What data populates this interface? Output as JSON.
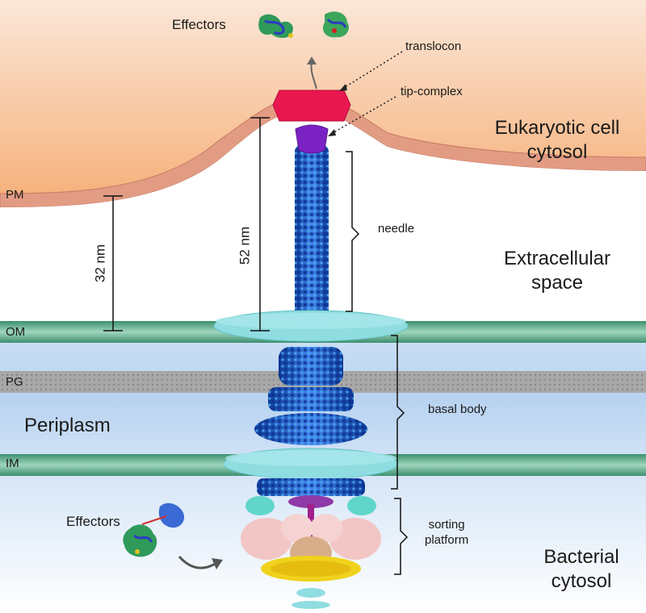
{
  "labels": {
    "effectors_top": "Effectors",
    "translocon": "translocon",
    "tip_complex": "tip-complex",
    "eukaryotic_line1": "Eukaryotic cell",
    "eukaryotic_line2": "cytosol",
    "pm": "PM",
    "needle": "needle",
    "dist_32": "32 nm",
    "dist_52": "52 nm",
    "extracellular_line1": "Extracellular",
    "extracellular_line2": "space",
    "om": "OM",
    "pg": "PG",
    "periplasm": "Periplasm",
    "basal_body": "basal body",
    "im": "IM",
    "effectors_bottom": "Effectors",
    "sorting_line1": "sorting",
    "sorting_line2": "platform",
    "bacterial_line1": "Bacterial",
    "bacterial_line2": "cytosol"
  },
  "colors": {
    "cytosol_top": "#f7b98a",
    "membrane_pm": "#e49a82",
    "membrane_om_im": "#6db89a",
    "periplasm": "#bcd6f2",
    "peptidoglycan": "#a9a9a9",
    "translocon": "#e8174f",
    "tip_complex": "#7b22c4",
    "needle": "#1f5fd1",
    "ring_cyan": "#7ed7dc",
    "sorting_pink": "#f3c6c6",
    "sorting_yellow": "#f0d21c"
  }
}
